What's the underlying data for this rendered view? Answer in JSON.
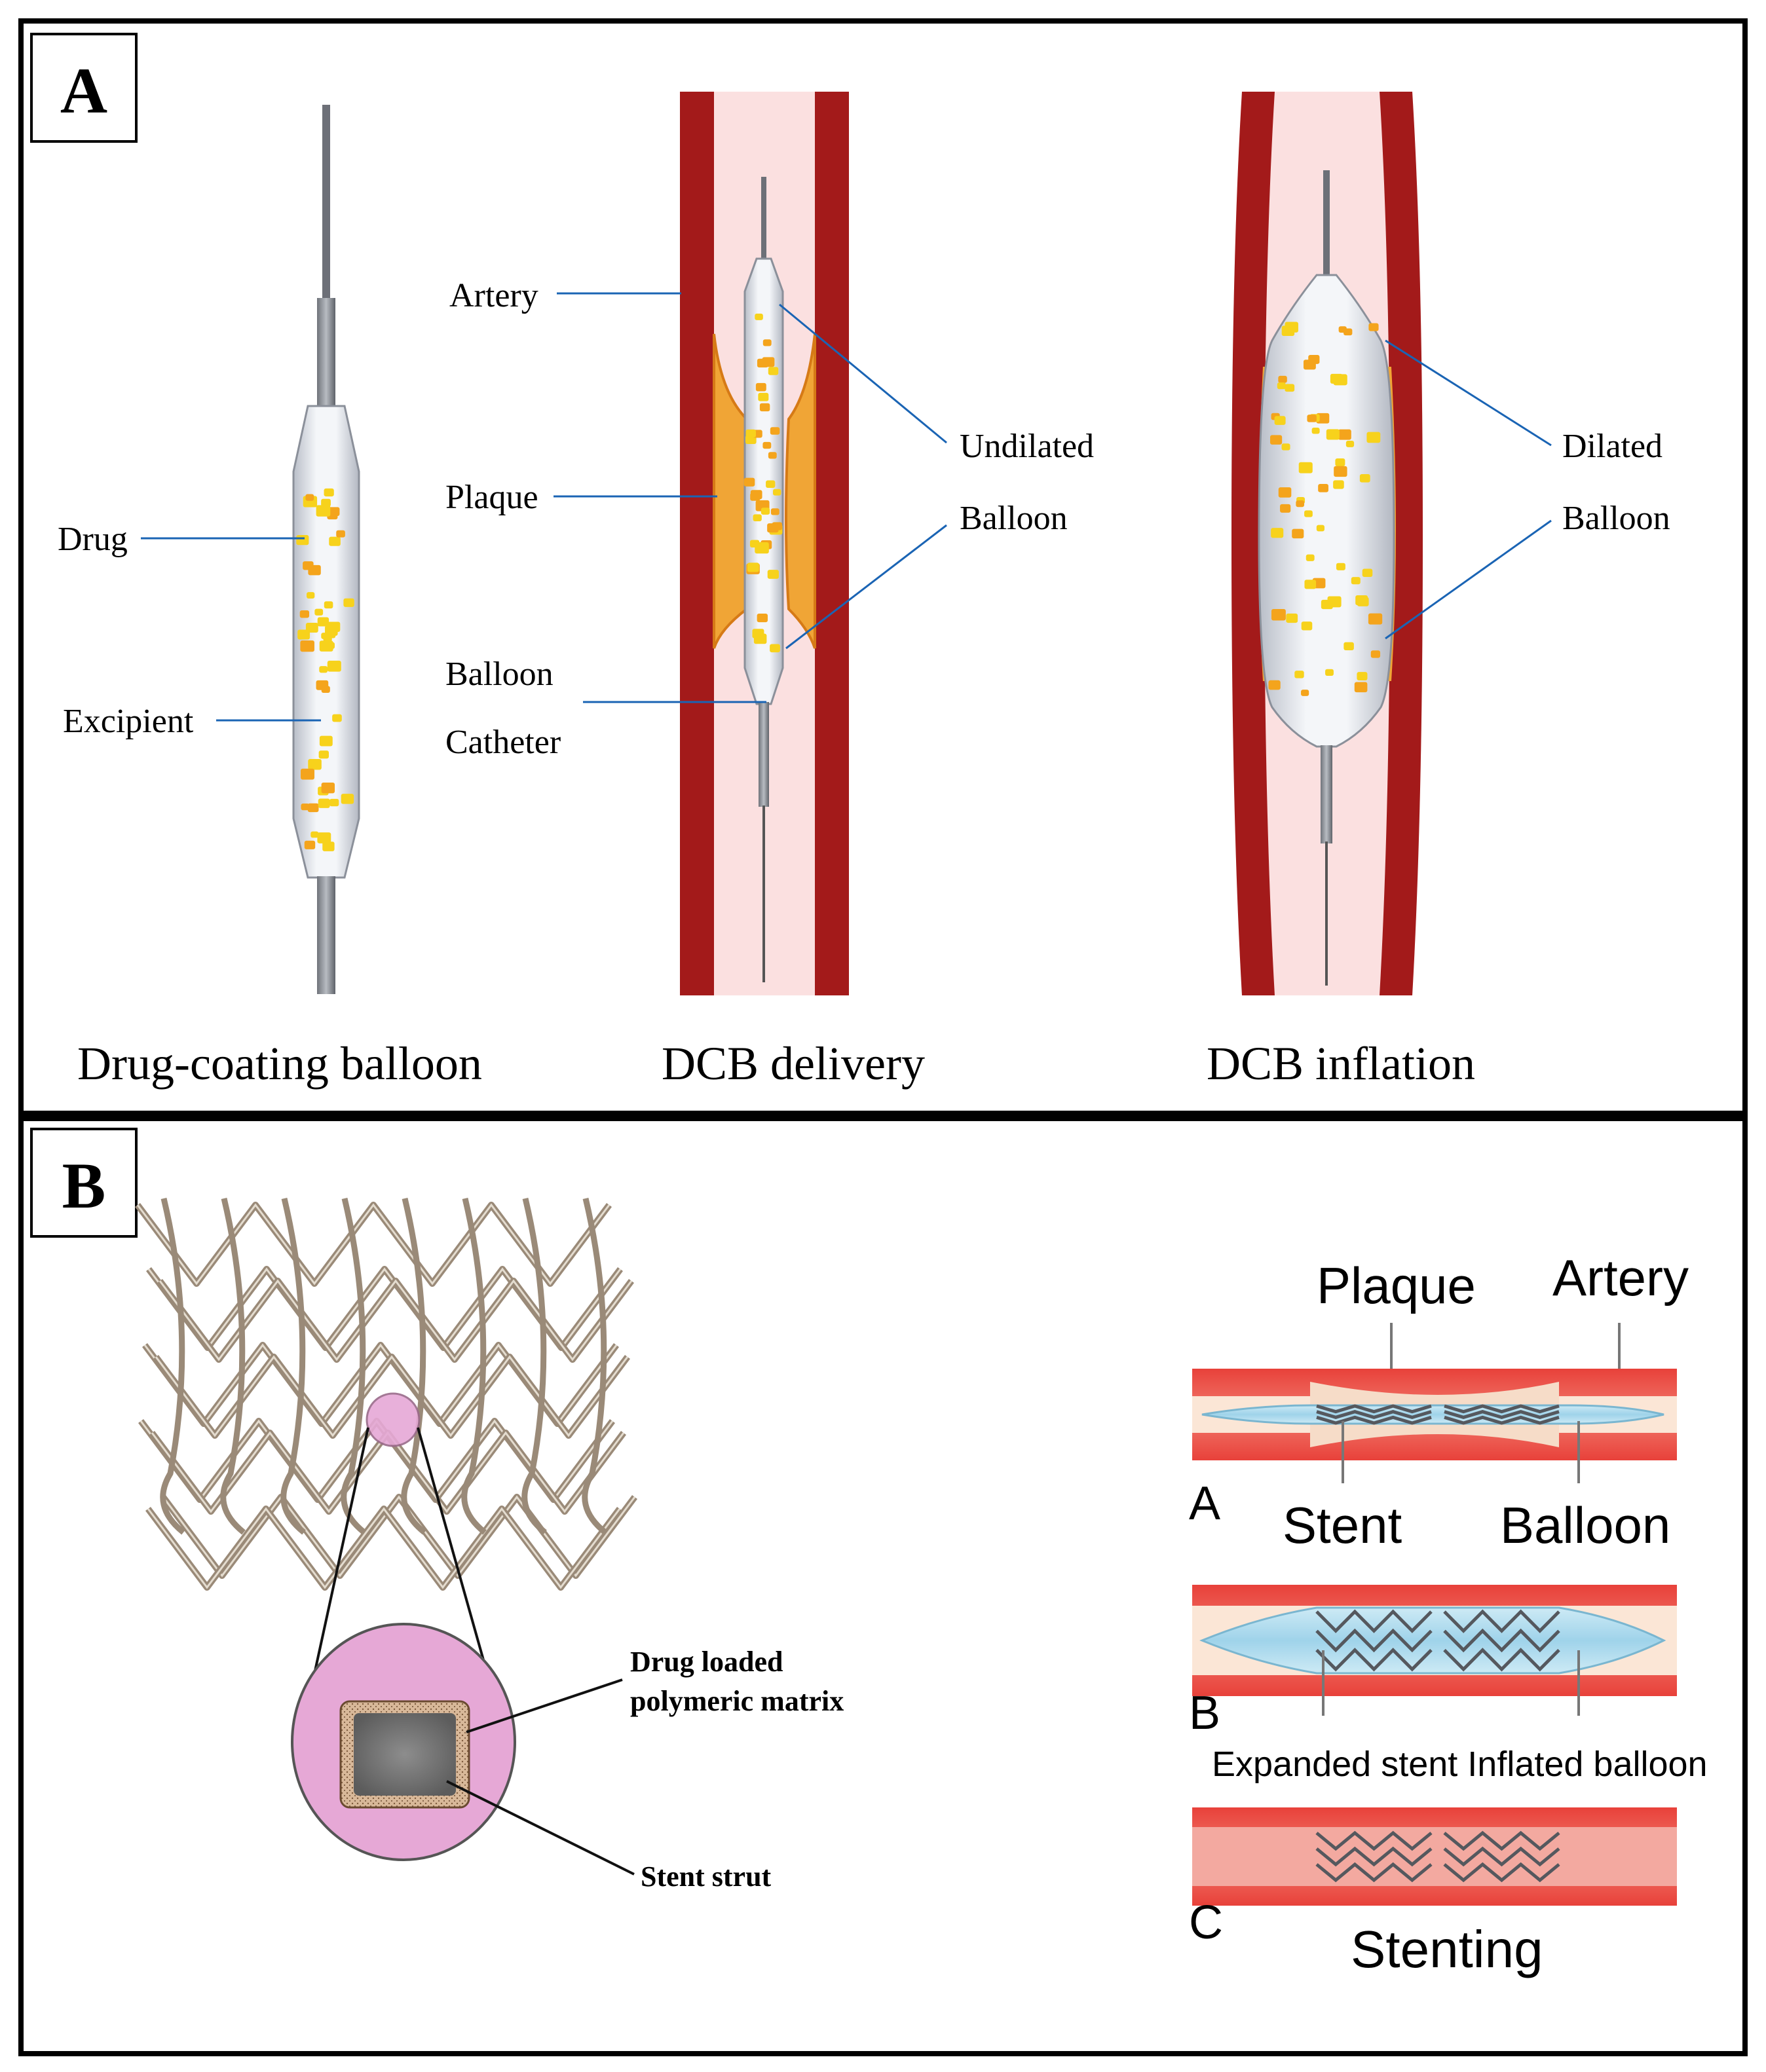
{
  "panel_a": {
    "label": "A",
    "col1": {
      "drug": "Drug",
      "excipient": "Excipient",
      "caption": "Drug-coating balloon"
    },
    "col2": {
      "artery": "Artery",
      "plaque": "Plaque",
      "balloon_line1": "Balloon",
      "balloon_line2": "Catheter",
      "undilated": "Undilated",
      "balloon": "Balloon",
      "caption": "DCB delivery"
    },
    "col3": {
      "dilated": "Dilated",
      "balloon": "Balloon",
      "caption": "DCB inflation"
    }
  },
  "panel_b": {
    "label": "B",
    "drug_matrix_line1": "Drug loaded",
    "drug_matrix_line2": "polymeric matrix",
    "stent_strut": "Stent strut",
    "plaque": "Plaque",
    "artery": "Artery",
    "step_a": "A",
    "stent": "Stent",
    "balloon": "Balloon",
    "step_b": "B",
    "expanded_text": "Expanded stent Inflated balloon",
    "step_c": "C",
    "stenting": "Stenting"
  },
  "colors": {
    "artery_wall": "#a31a1a",
    "artery_lumen": "#fbe0e0",
    "plaque": "#f0a536",
    "drug_dot": "#f7d21c",
    "balloon": "#eef0f4",
    "leader_line": "#1a64b4",
    "pink_circle": "#e6a8d6",
    "blue_balloon": "#a8d8ec",
    "red_vessel": "#e1322d"
  }
}
